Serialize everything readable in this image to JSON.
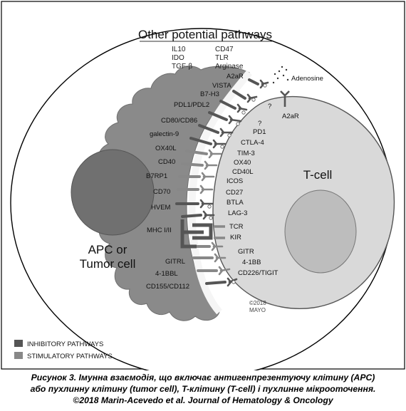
{
  "title": "Other potential pathways",
  "other_pathways": {
    "col1": [
      "IL10",
      "IDO",
      "TGF-β"
    ],
    "col2": [
      "CD47",
      "TLR",
      "Arginase"
    ]
  },
  "cells": {
    "apc": [
      "APC or",
      "Tumor cell"
    ],
    "tcell": "T-cell"
  },
  "left_labels": [
    "A2aR",
    "VISTA",
    "B7-H3",
    "PDL1/PDL2",
    "CD80/CD86",
    "galectin-9",
    "OX40L",
    "CD40",
    "B7RP1",
    "CD70",
    "HVEM",
    "MHC I/II",
    "GITRL",
    "4-1BBL",
    "CD155/CD112"
  ],
  "right_labels": [
    "Adenosine",
    "A2aR",
    "?",
    "?",
    "PD1",
    "CTLA-4",
    "TIM-3",
    "OX40",
    "CD40L",
    "ICOS",
    "CD27",
    "BTLA",
    "LAG-3",
    "TCR",
    "KIR",
    "GITR",
    "4-1BB",
    "CD226/TIGIT"
  ],
  "watermark": [
    "©2018",
    "MAYO"
  ],
  "legend": [
    {
      "label": "INHIBITORY PATHWAYS",
      "color": "#555555"
    },
    {
      "label": "STIMULATORY PATHWAYS",
      "color": "#888888"
    }
  ],
  "caption": [
    "Рисунок 3. Імунна взаємодія, що включає антигенпрезентуючу клітину (APC)",
    "або пухлинну клітину (tumor cell), T-клітину (T-cell) і пухлинне мікрооточення.",
    "©2018 Marin-Acevedo et al. Journal of Hematology & Oncology"
  ],
  "colors": {
    "apc_body": "#8a8a8a",
    "apc_nucleus": "#707070",
    "tcell_body": "#d9d9d9",
    "tcell_nucleus": "#bdbdbd",
    "inhibitory": "#555555",
    "stimulatory": "#888888"
  }
}
